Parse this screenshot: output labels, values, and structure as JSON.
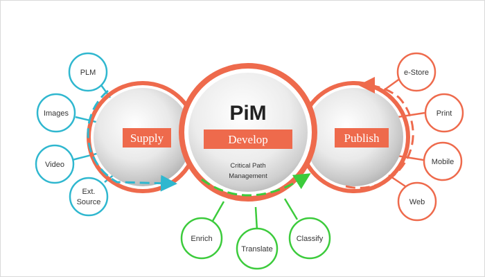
{
  "colors": {
    "supply": "#2fb7cf",
    "develop": "#3ccb3c",
    "publish": "#ee6a4c",
    "banner": "#ee6a4c",
    "hub_ring": "#ee6a4c"
  },
  "hub": {
    "title": "PiM",
    "banner": "Develop",
    "subtitle_line1": "Critical Path",
    "subtitle_line2": "Management"
  },
  "supply": {
    "banner": "Supply",
    "nodes": [
      {
        "label": "PLM"
      },
      {
        "label": "Images"
      },
      {
        "label": "Video"
      },
      {
        "label_line1": "Ext.",
        "label_line2": "Source"
      }
    ]
  },
  "develop": {
    "nodes": [
      {
        "label": "Enrich"
      },
      {
        "label": "Translate"
      },
      {
        "label": "Classify"
      }
    ]
  },
  "publish": {
    "banner": "Publish",
    "nodes": [
      {
        "label": "e-Store"
      },
      {
        "label": "Print"
      },
      {
        "label": "Mobile"
      },
      {
        "label": "Web"
      }
    ]
  }
}
